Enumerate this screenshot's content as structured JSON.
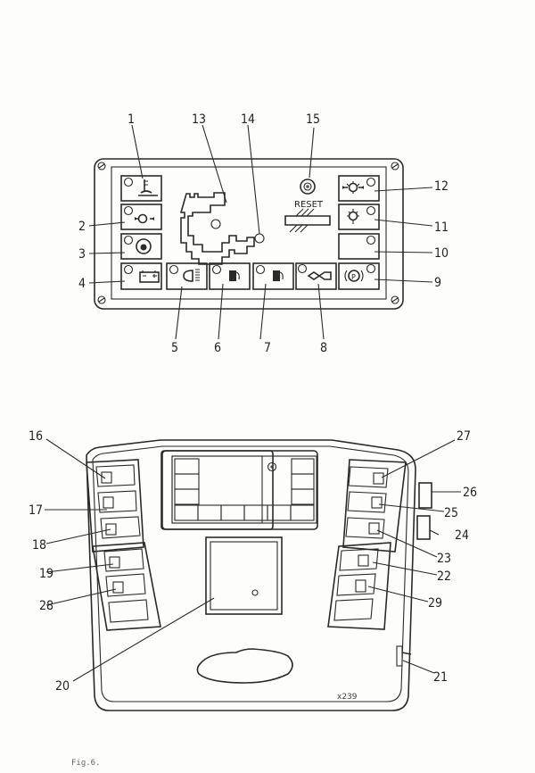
{
  "figure": {
    "caption": "Fig.6.",
    "drawing_ref": "x239"
  },
  "warning_panel": {
    "reset_label": "RESET",
    "callouts": [
      {
        "id": "1",
        "label": "1"
      },
      {
        "id": "2",
        "label": "2"
      },
      {
        "id": "3",
        "label": "3"
      },
      {
        "id": "4",
        "label": "4"
      },
      {
        "id": "5",
        "label": "5"
      },
      {
        "id": "6",
        "label": "6"
      },
      {
        "id": "7",
        "label": "7"
      },
      {
        "id": "8",
        "label": "8"
      },
      {
        "id": "9",
        "label": "9"
      },
      {
        "id": "10",
        "label": "10"
      },
      {
        "id": "11",
        "label": "11"
      },
      {
        "id": "12",
        "label": "12"
      },
      {
        "id": "13",
        "label": "13"
      },
      {
        "id": "14",
        "label": "14"
      },
      {
        "id": "15",
        "label": "15"
      }
    ],
    "indicators": [
      {
        "n": "1",
        "icon": "coolant-temperature-icon"
      },
      {
        "n": "2",
        "icon": "engine-oil-pressure-icon"
      },
      {
        "n": "3",
        "icon": "air-filter-icon"
      },
      {
        "n": "4",
        "icon": "battery-charge-icon"
      },
      {
        "n": "5",
        "icon": "headlight-main-beam-icon"
      },
      {
        "n": "6",
        "icon": "fuel-level-icon"
      },
      {
        "n": "7",
        "icon": "fuel-level-icon"
      },
      {
        "n": "8",
        "icon": "turn-indicator-icon"
      },
      {
        "n": "9",
        "icon": "parking-brake-icon"
      },
      {
        "n": "10",
        "icon": "blank-indicator"
      },
      {
        "n": "11",
        "icon": "transmission-oil-temperature-icon"
      },
      {
        "n": "12",
        "icon": "transmission-oil-pressure-icon"
      }
    ]
  },
  "dashboard": {
    "callouts": [
      {
        "id": "16",
        "label": "16"
      },
      {
        "id": "17",
        "label": "17"
      },
      {
        "id": "18",
        "label": "18"
      },
      {
        "id": "19",
        "label": "19"
      },
      {
        "id": "20",
        "label": "20"
      },
      {
        "id": "21",
        "label": "21"
      },
      {
        "id": "22",
        "label": "22"
      },
      {
        "id": "23",
        "label": "23"
      },
      {
        "id": "24",
        "label": "24"
      },
      {
        "id": "25",
        "label": "25"
      },
      {
        "id": "26",
        "label": "26"
      },
      {
        "id": "27",
        "label": "27"
      },
      {
        "id": "28",
        "label": "28"
      },
      {
        "id": "29",
        "label": "29"
      }
    ]
  }
}
